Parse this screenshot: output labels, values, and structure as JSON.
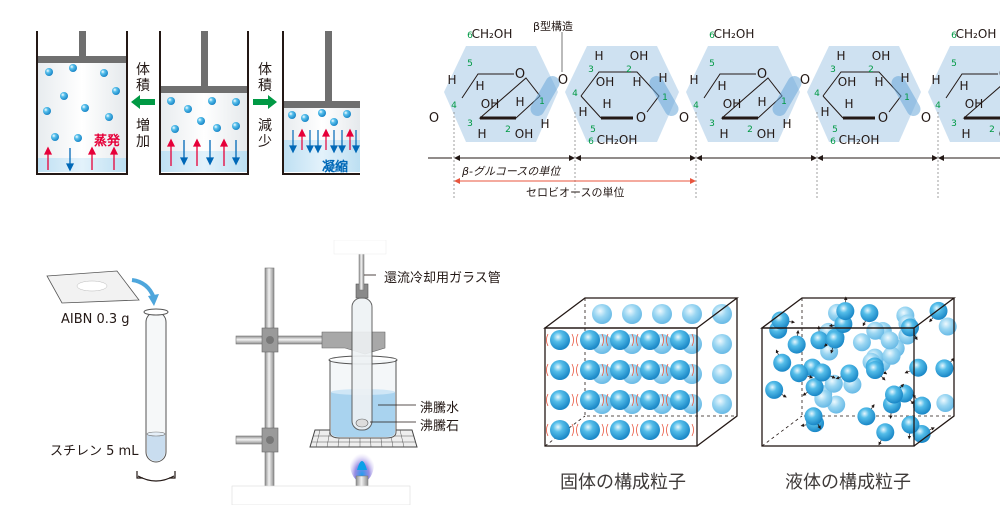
{
  "evaporation_panel": {
    "left_cylinder_label": "蒸発",
    "right_cylinder_label": "凝縮",
    "arrow_left_top": "体積",
    "arrow_left_bottom": "増加",
    "arrow_right_top": "体積",
    "arrow_right_bottom": "減少",
    "colors": {
      "evaporation": "#e60039",
      "condensation": "#0068b7",
      "arrow": "#009944"
    }
  },
  "cellulose_panel": {
    "beta_label": "β型構造",
    "glucose_unit_label": "β-グルコースの単位",
    "cellobiose_unit_label": "セロビオースの単位",
    "atoms": {
      "ch2oh": "CH₂OH",
      "oh": "OH",
      "h": "H",
      "o": "O"
    },
    "carbon_numbers": [
      "1",
      "2",
      "3",
      "4",
      "5",
      "6"
    ],
    "colors": {
      "numbers": "#009944",
      "highlight": "#a6c8e6",
      "cellobiose_arrow": "#e8553e"
    }
  },
  "polymerization_panel": {
    "aibn_label": "AIBN 0.3 g",
    "styrene_label": "スチレン 5 mL",
    "condenser_label": "還流冷却用ガラス管",
    "boiling_water_label": "沸騰水",
    "boiling_stone_label": "沸騰石"
  },
  "particles_panel": {
    "solid_caption": "固体の構成粒子",
    "liquid_caption": "液体の構成粒子"
  }
}
